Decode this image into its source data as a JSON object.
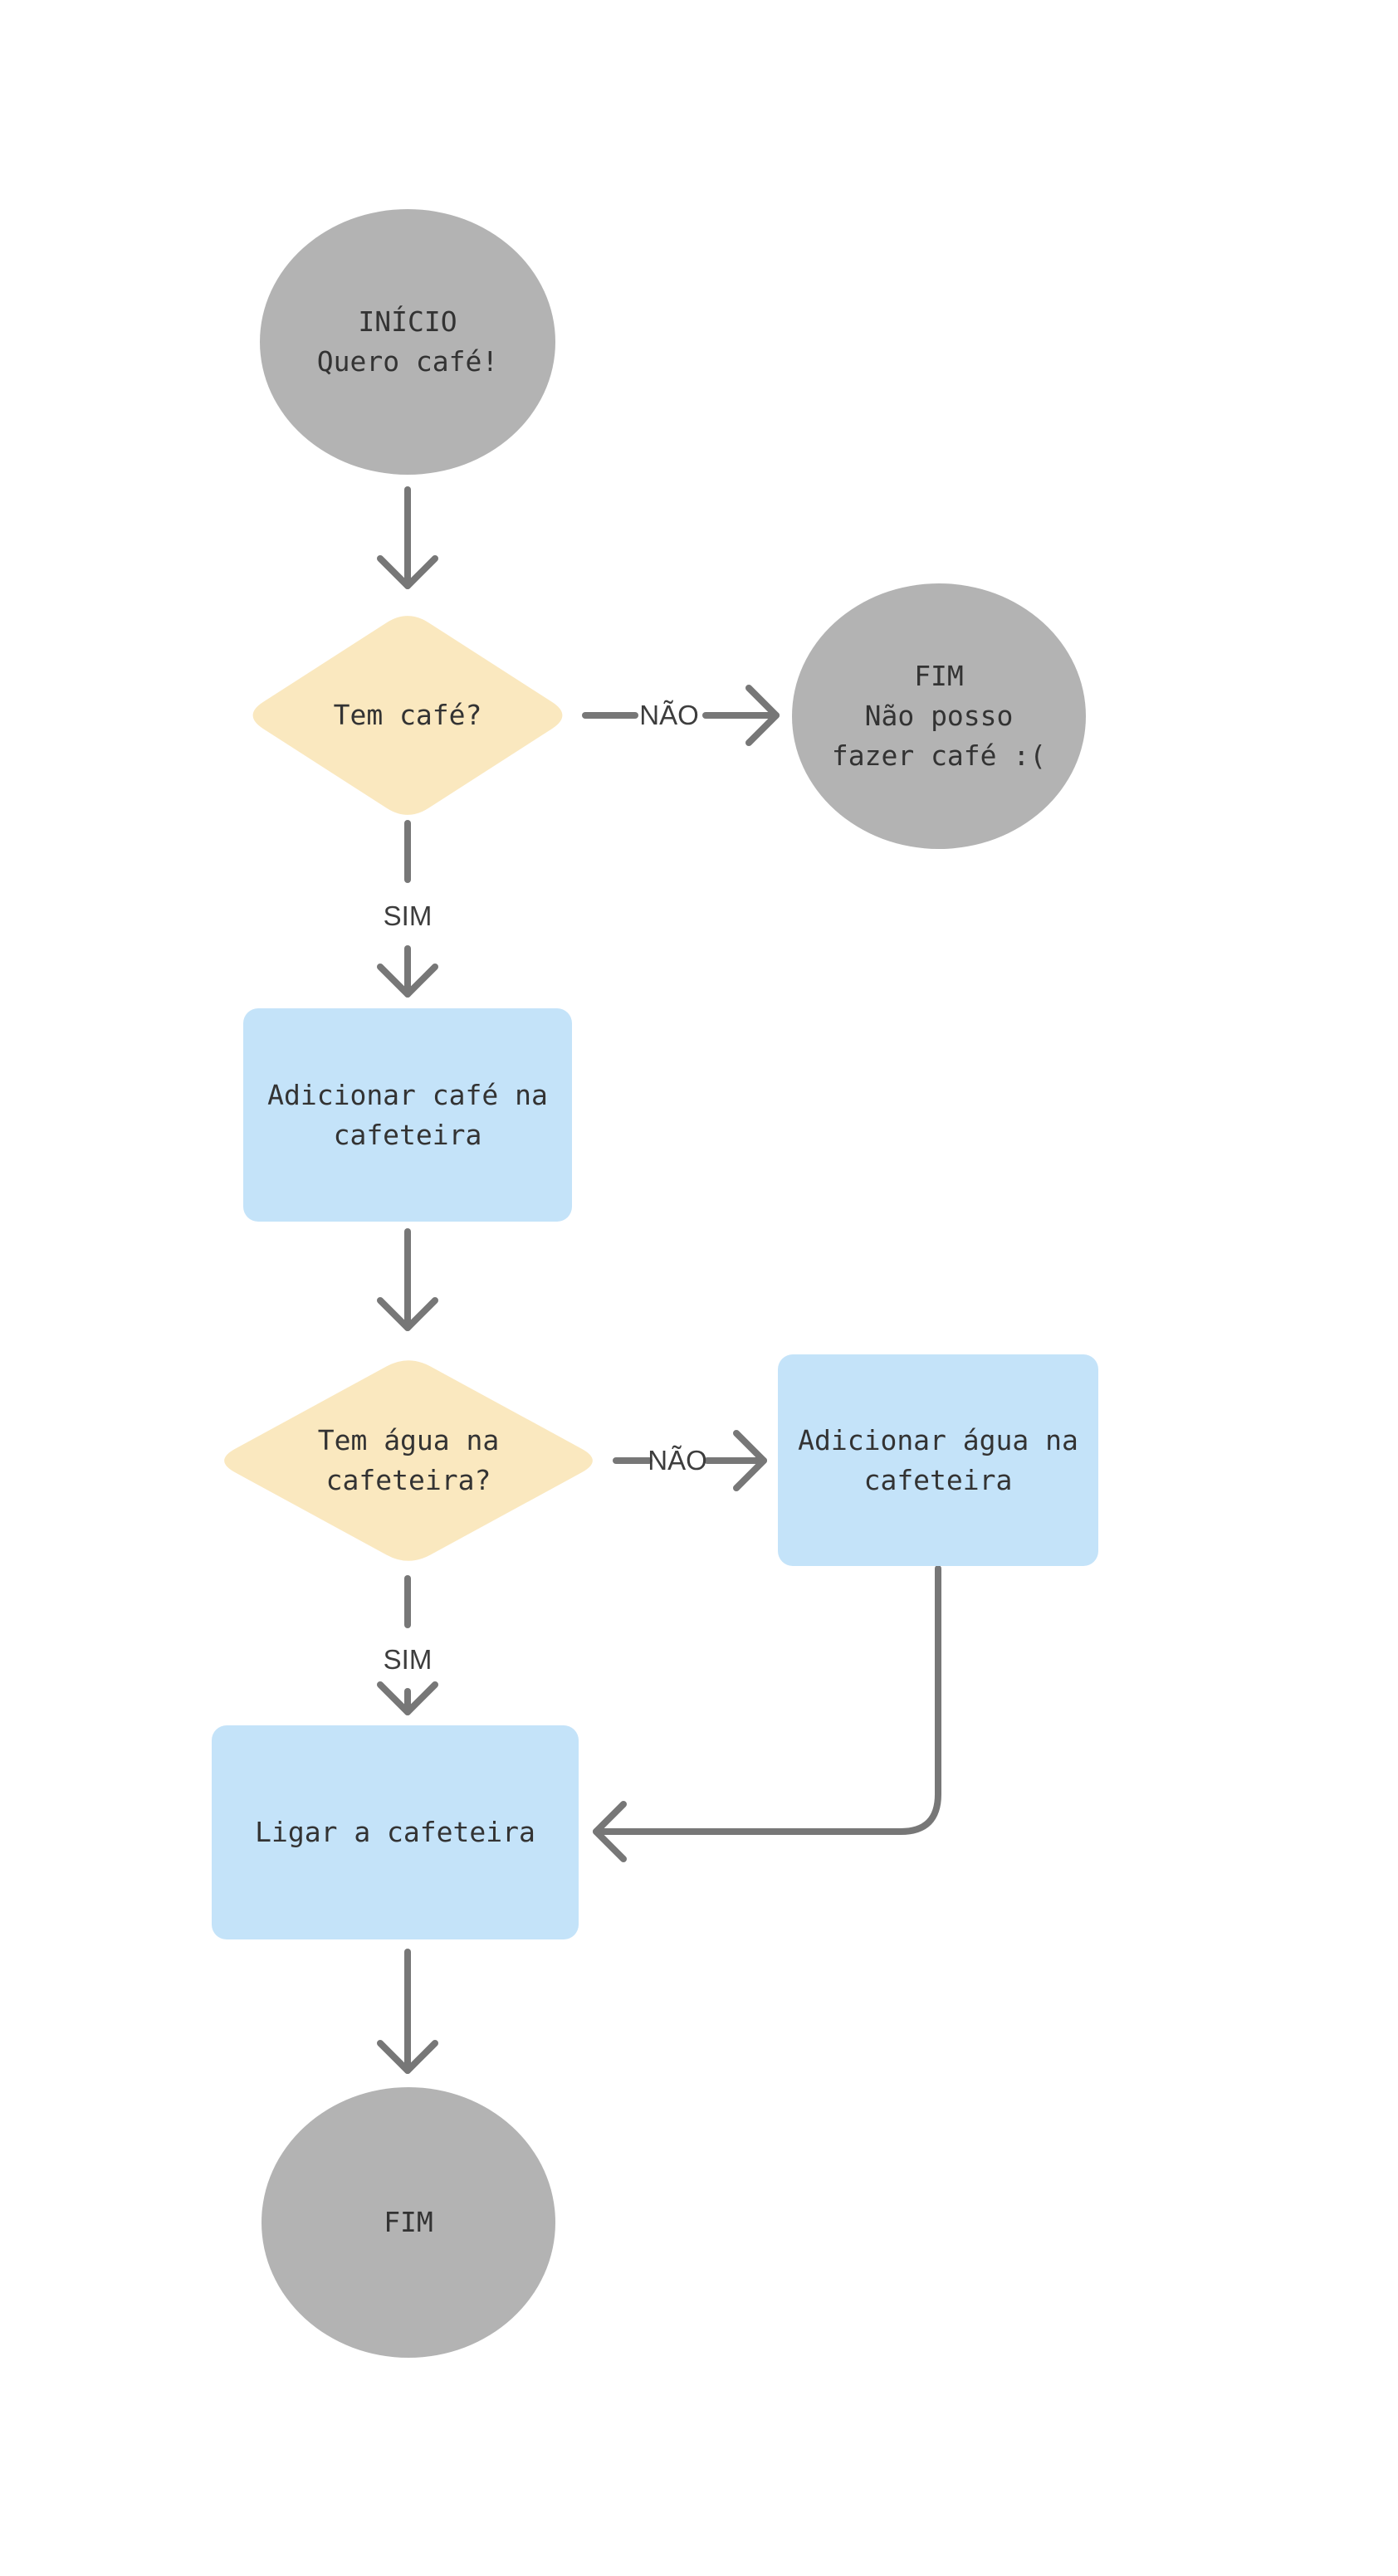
{
  "diagram": {
    "type": "flowchart",
    "background": "#ffffff",
    "colors": {
      "start_end_fill": "#b3b3b3",
      "decision_fill": "#fae8bf",
      "process_fill": "#c4e3f9",
      "connector": "#777777",
      "node_text": "#333333",
      "edge_label_text": "#3d3d3d",
      "background": "#ffffff"
    },
    "nodes": [
      {
        "id": "start",
        "type": "start-end",
        "shape": "ellipse",
        "label": "INÍCIO\nQuero café!"
      },
      {
        "id": "has-coffee",
        "type": "decision",
        "shape": "diamond",
        "label": "Tem café?"
      },
      {
        "id": "end-no-coffee",
        "type": "start-end",
        "shape": "ellipse",
        "label": "FIM\nNão posso\nfazer café :("
      },
      {
        "id": "add-coffee",
        "type": "process",
        "shape": "rectangle",
        "label": "Adicionar café na\ncafeteira"
      },
      {
        "id": "has-water",
        "type": "decision",
        "shape": "diamond",
        "label": "Tem água na\ncafeteira?"
      },
      {
        "id": "add-water",
        "type": "process",
        "shape": "rectangle",
        "label": "Adicionar água na\ncafeteira"
      },
      {
        "id": "turn-on",
        "type": "process",
        "shape": "rectangle",
        "label": "Ligar a cafeteira"
      },
      {
        "id": "end",
        "type": "start-end",
        "shape": "ellipse",
        "label": "FIM"
      }
    ],
    "edges": [
      {
        "from": "start",
        "to": "has-coffee",
        "label": ""
      },
      {
        "from": "has-coffee",
        "to": "end-no-coffee",
        "label": "NÃO"
      },
      {
        "from": "has-coffee",
        "to": "add-coffee",
        "label": "SIM"
      },
      {
        "from": "add-coffee",
        "to": "has-water",
        "label": ""
      },
      {
        "from": "has-water",
        "to": "add-water",
        "label": "NÃO"
      },
      {
        "from": "has-water",
        "to": "turn-on",
        "label": "SIM"
      },
      {
        "from": "add-water",
        "to": "turn-on",
        "label": ""
      },
      {
        "from": "turn-on",
        "to": "end",
        "label": ""
      }
    ]
  }
}
